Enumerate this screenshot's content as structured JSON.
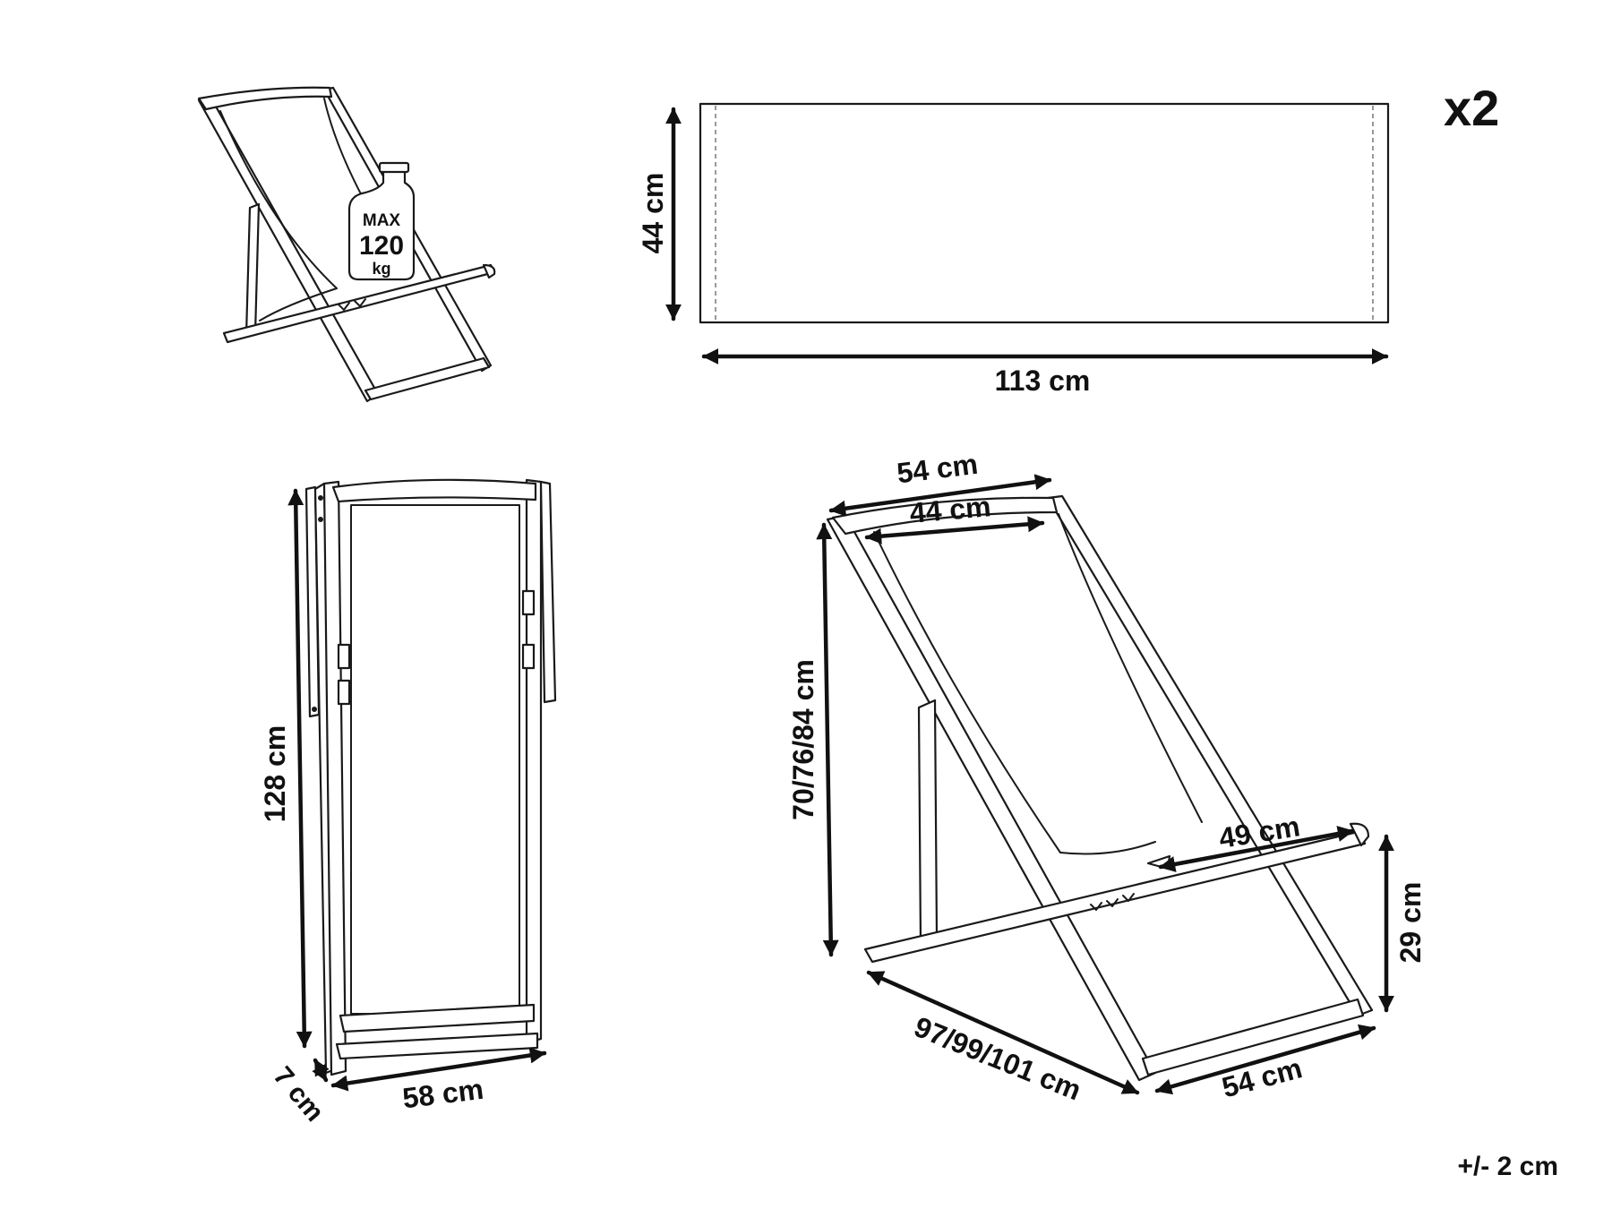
{
  "quantity": "x2",
  "max_load": {
    "line1": "MAX",
    "line2": "120",
    "line3": "kg"
  },
  "fabric": {
    "height": "44 cm",
    "length": "113 cm"
  },
  "folded": {
    "height": "128 cm",
    "width": "58 cm",
    "depth": "7 cm"
  },
  "open": {
    "top_outer_width": "54 cm",
    "top_inner_width": "44 cm",
    "height": "70/76/84 cm",
    "armrest_length": "49 cm",
    "armrest_height": "29 cm",
    "depth": "97/99/101 cm",
    "bottom_width": "54 cm"
  },
  "tolerance": "+/- 2 cm",
  "colors": {
    "line": "#1a1a1a",
    "background": "#ffffff"
  }
}
